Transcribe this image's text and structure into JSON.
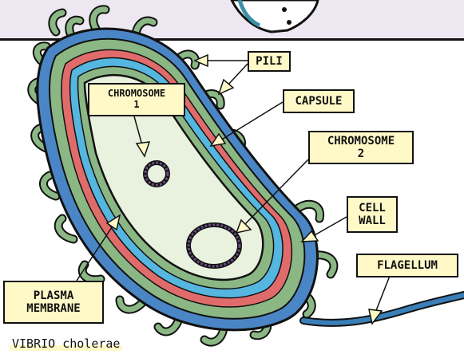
{
  "labels": {
    "pili": "PILI",
    "capsule": "CAPSULE",
    "chromosome1": {
      "line1": "CHROMOSOME",
      "line2": "1"
    },
    "chromosome2": {
      "line1": "CHROMOSOME",
      "line2": "2"
    },
    "cell_wall": {
      "line1": "CELL",
      "line2": "WALL"
    },
    "flagellum": "FLAGELLUM",
    "plasma_membrane": {
      "line1": "PLASMA",
      "line2": "MEMBRANE"
    }
  },
  "caption": "VIBRIO cholerae",
  "colors": {
    "label_fill": "#fff9c8",
    "pili_green": "#8bb784",
    "capsule_blue": "#4a86c6",
    "wall_red": "#e06b6b",
    "membrane_blue": "#55b6e0",
    "cytoplasm": "#e8f2df",
    "chromosome": "#6b4a7e",
    "panel_top": "#ece7f0"
  },
  "icons": {
    "character": "scientist-arm-icon"
  }
}
